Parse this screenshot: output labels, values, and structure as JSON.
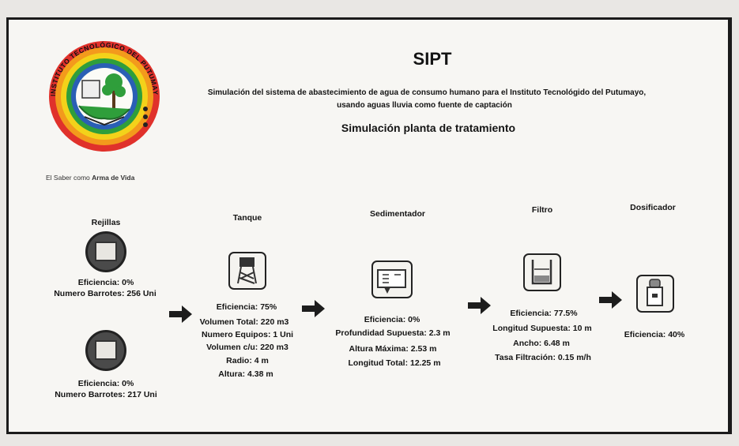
{
  "header": {
    "title": "SIPT",
    "subtitle_line1": "Simulación del sistema de abastecimiento de agua de consumo humano para el Instituto Tecnológido del Putumayo,",
    "subtitle_line2": "usando aguas lluvia como fuente de captación",
    "section_title": "Simulación planta de tratamiento"
  },
  "logo": {
    "ring_text": "INSTITUTO TECNOLÓGICO DEL PUTUMAYO",
    "caption_prefix": "El Saber como",
    "caption_bold": "Arma de Vida"
  },
  "rejillas": {
    "title": "Rejillas",
    "unit1": {
      "eficiencia": "Eficiencia: 0%",
      "barrotes": "Numero Barrotes: 256 Uni"
    },
    "unit2": {
      "eficiencia": "Eficiencia: 0%",
      "barrotes": "Numero Barrotes: 217 Uni"
    }
  },
  "tanque": {
    "title": "Tanque",
    "lines": [
      "Eficiencia: 75%",
      "Volumen Total: 220 m3",
      "Numero Equipos: 1 Uni",
      "Volumen c/u: 220 m3",
      "Radio: 4 m",
      "Altura: 4.38 m"
    ]
  },
  "sedimentador": {
    "title": "Sedimentador",
    "lines": [
      "Eficiencia: 0%",
      "Profundidad Supuesta: 2.3 m",
      "Altura Máxima: 2.53 m",
      "Longitud Total: 12.25 m"
    ]
  },
  "filtro": {
    "title": "Filtro",
    "lines": [
      "Eficiencia: 77.5%",
      "Longitud Supuesta: 10 m",
      "Ancho: 6.48 m",
      "Tasa Filtración: 0.15 m/h"
    ]
  },
  "dosificador": {
    "title": "Dosificador",
    "lines": [
      "Eficiencia: 40%"
    ]
  },
  "icons": [
    "grate-icon",
    "water-tower-icon",
    "sedimentation-tank-icon",
    "filter-icon",
    "water-dispenser-icon",
    "arrow-right-icon"
  ],
  "colors": {
    "logo_red": "#e0312b",
    "logo_yellow": "#f3d21a",
    "logo_green": "#2f9e3b",
    "logo_blue": "#2a5fb5"
  }
}
